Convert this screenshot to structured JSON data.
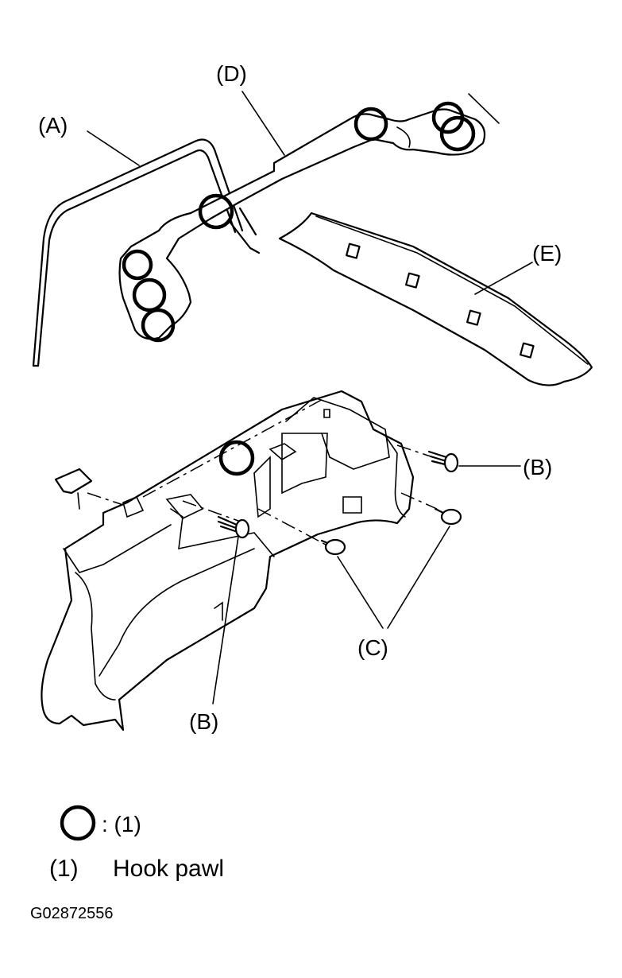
{
  "labels": {
    "A": "(A)",
    "B_top": "(B)",
    "B_bottom": "(B)",
    "C": "(C)",
    "D": "(D)",
    "E": "(E)"
  },
  "legend": {
    "symbol_ref": ": (1)",
    "item_number": "(1)",
    "item_text": "Hook pawl"
  },
  "figure_id": "G02872556"
}
